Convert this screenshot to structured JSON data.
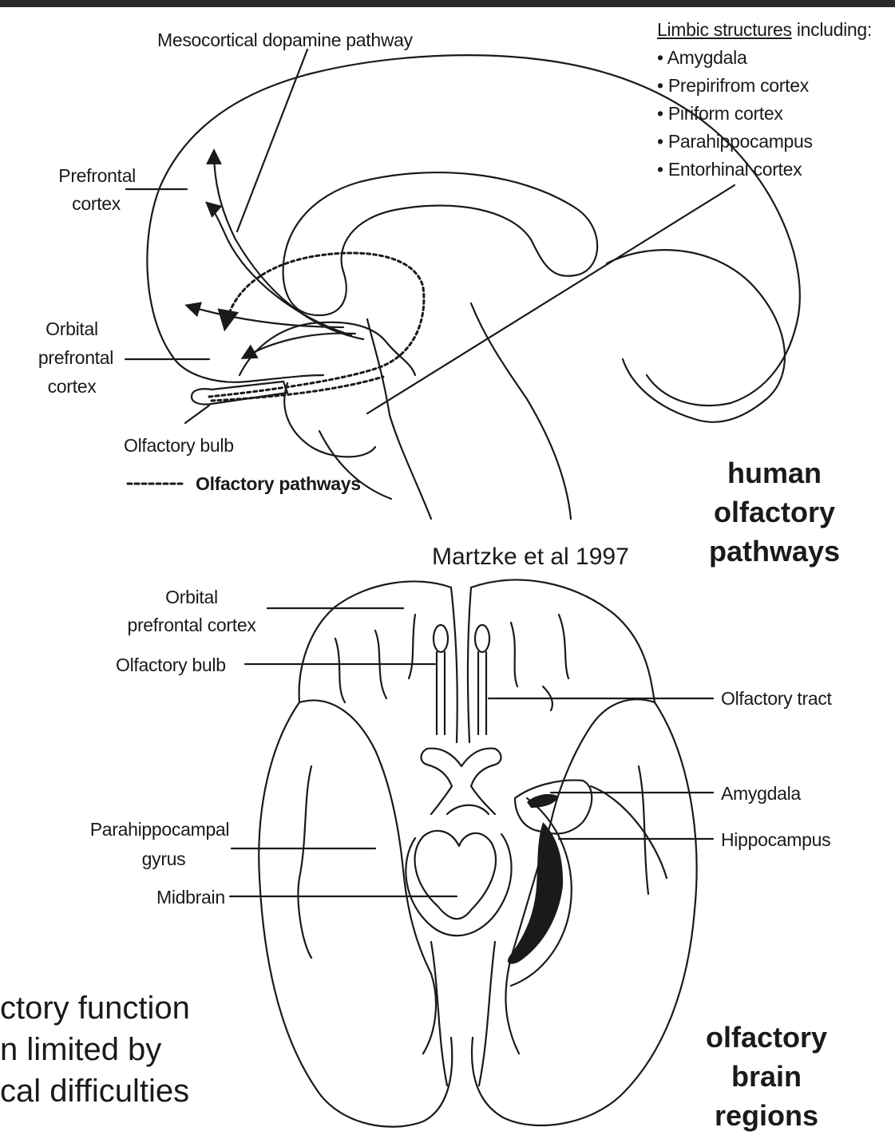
{
  "sagittal_view": {
    "label_mesocortical": "Mesocortical dopamine pathway",
    "label_prefrontal_line1": "Prefrontal",
    "label_prefrontal_line2": "cortex",
    "label_orbital_line1": "Orbital",
    "label_orbital_line2": "prefrontal",
    "label_orbital_line3": "cortex",
    "label_olfactory_bulb": "Olfactory bulb",
    "legend_swatch": "------",
    "legend_label": "Olfactory pathways",
    "limbic_heading_underlined": "Limbic structures",
    "limbic_heading_rest": " including:",
    "limbic_items": [
      "• Amygdala",
      "• Prepirifrom cortex",
      "• Piriform cortex",
      "• Parahippocampus",
      "• Entorhinal cortex"
    ]
  },
  "panel_title_top": [
    "human",
    "olfactory",
    "pathways"
  ],
  "citation": "Martzke et al 1997",
  "ventral_view": {
    "label_orbital_line1": "Orbital",
    "label_orbital_line2": "prefrontal cortex",
    "label_olfactory_bulb": "Olfactory bulb",
    "label_olfactory_tract": "Olfactory tract",
    "label_amygdala": "Amygdala",
    "label_hippocampus": "Hippocampus",
    "label_parahippocampal_line1": "Parahippocampal",
    "label_parahippocampal_line2": "gyrus",
    "label_midbrain": "Midbrain"
  },
  "panel_title_bottom": [
    "olfactory",
    "brain",
    "regions"
  ],
  "side_note": [
    "ctory function",
    "n limited by",
    "cal difficulties"
  ],
  "colors": {
    "ink": "#1a1a1a",
    "top_bar": "#2b2b2b",
    "background": "#ffffff"
  }
}
